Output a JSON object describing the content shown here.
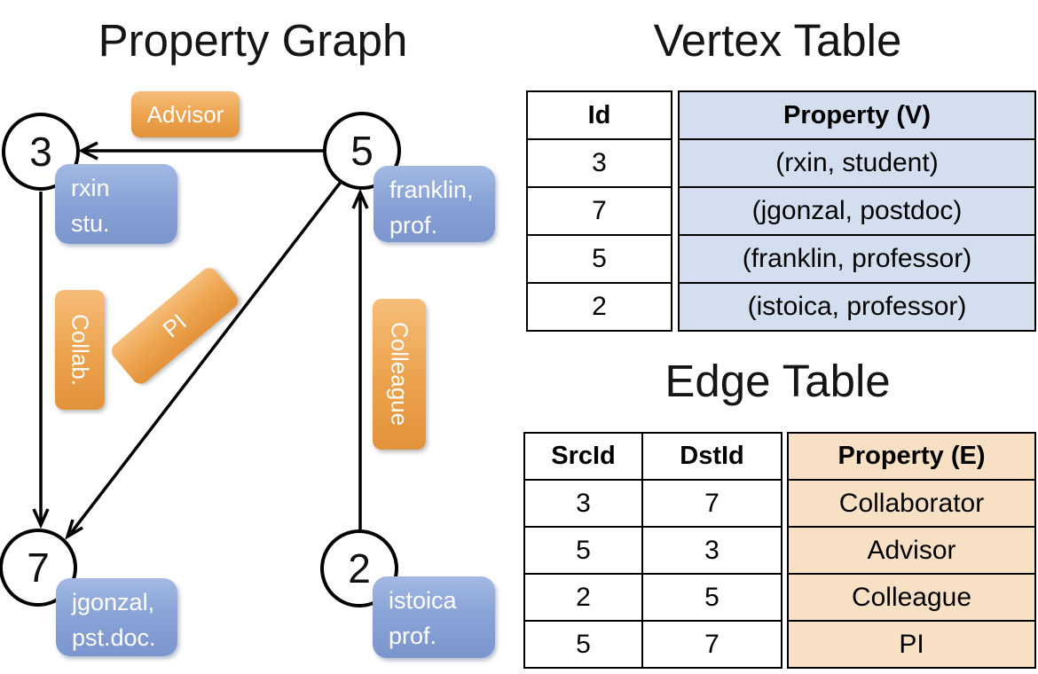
{
  "graph": {
    "title": "Property Graph",
    "nodes": [
      {
        "id": "3",
        "prop1": "rxin",
        "prop2": "stu."
      },
      {
        "id": "5",
        "prop1": "franklin,",
        "prop2": "prof."
      },
      {
        "id": "7",
        "prop1": "jgonzal,",
        "prop2": "pst.doc."
      },
      {
        "id": "2",
        "prop1": "istoica",
        "prop2": "prof."
      }
    ],
    "edge_labels": [
      {
        "label": "Advisor"
      },
      {
        "label": "Collab."
      },
      {
        "label": "PI"
      },
      {
        "label": "Colleague"
      }
    ]
  },
  "vertex_table": {
    "title": "Vertex Table",
    "col_id": "Id",
    "col_prop": "Property (V)",
    "rows": [
      [
        "3",
        "(rxin, student)"
      ],
      [
        "7",
        "(jgonzal, postdoc)"
      ],
      [
        "5",
        "(franklin, professor)"
      ],
      [
        "2",
        "(istoica, professor)"
      ]
    ]
  },
  "edge_table": {
    "title": "Edge Table",
    "col_src": "SrcId",
    "col_dst": "DstId",
    "col_prop": "Property (E)",
    "rows": [
      [
        "3",
        "7",
        "Collaborator"
      ],
      [
        "5",
        "3",
        "Advisor"
      ],
      [
        "2",
        "5",
        "Colleague"
      ],
      [
        "5",
        "7",
        "PI"
      ]
    ]
  },
  "colors": {
    "orange_pill": "#eda44f",
    "blue_pill": "#8aa4d7",
    "vertex_prop_bg": "#d3dfef",
    "edge_prop_bg": "#f7e0c4",
    "line": "#000000"
  }
}
